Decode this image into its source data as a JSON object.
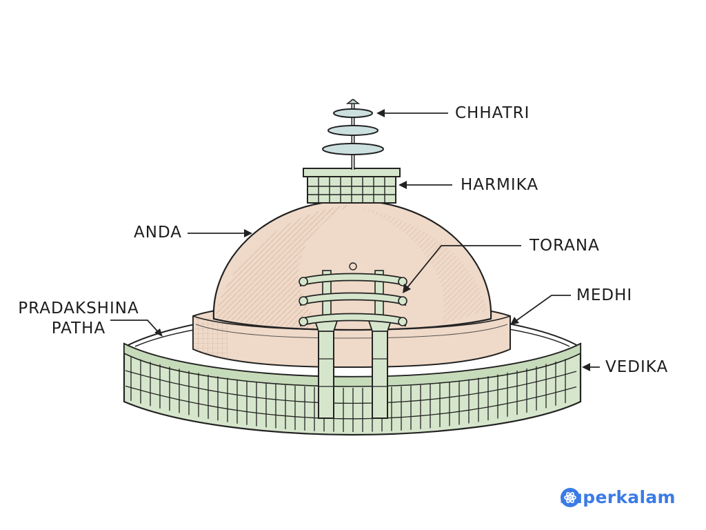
{
  "labels": {
    "chhatri": "CHHATRI",
    "harmika": "HARMIKA",
    "anda": "ANDA",
    "torana": "TORANA",
    "medhi": "MEDHI",
    "pradakshina_line1": "PRADAKSHINA",
    "pradakshina_line2": "PATHA",
    "vedika": "VEDIKA"
  },
  "brand": {
    "name": "superkalam",
    "icon": "superkalam-logo-icon",
    "color": "#3b7be5"
  },
  "colors": {
    "dome": "#efd9c8",
    "stone_green": "#d6e6cc",
    "ink": "#222222"
  }
}
